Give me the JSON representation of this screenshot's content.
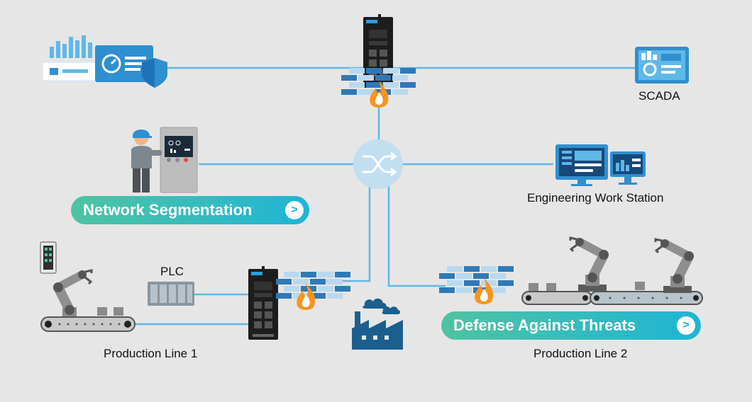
{
  "labels": {
    "scada": "SCADA",
    "engineering_work_station": "Engineering Work Station",
    "plc": "PLC",
    "production_line_1": "Production Line 1",
    "production_line_2": "Production Line 2"
  },
  "buttons": {
    "network_segmentation": "Network Segmentation",
    "defense_against_threats": "Defense Against Threats",
    "arrow_glyph": ">"
  },
  "colors": {
    "background": "#e6e6e6",
    "connection_line": "#5fb8e8",
    "accent_blue": "#2f8fd0",
    "firewall_brick_dark": "#2f79b8",
    "firewall_brick_light": "#b9d9f0",
    "flame": "#f7941d",
    "pill_gradient_start": "#4fc3a1",
    "pill_gradient_end": "#1fb5d6"
  },
  "icons": [
    "dashboard-shield-icon",
    "industrial-firewall-device-icon",
    "brick-wall-icon",
    "flame-icon",
    "scada-monitor-icon",
    "engineer-at-control-panel-icon",
    "network-switch-icon",
    "workstation-monitors-icon",
    "robot-arm-icon",
    "conveyor-belt-icon",
    "plc-module-icon",
    "factory-cloud-icon"
  ]
}
